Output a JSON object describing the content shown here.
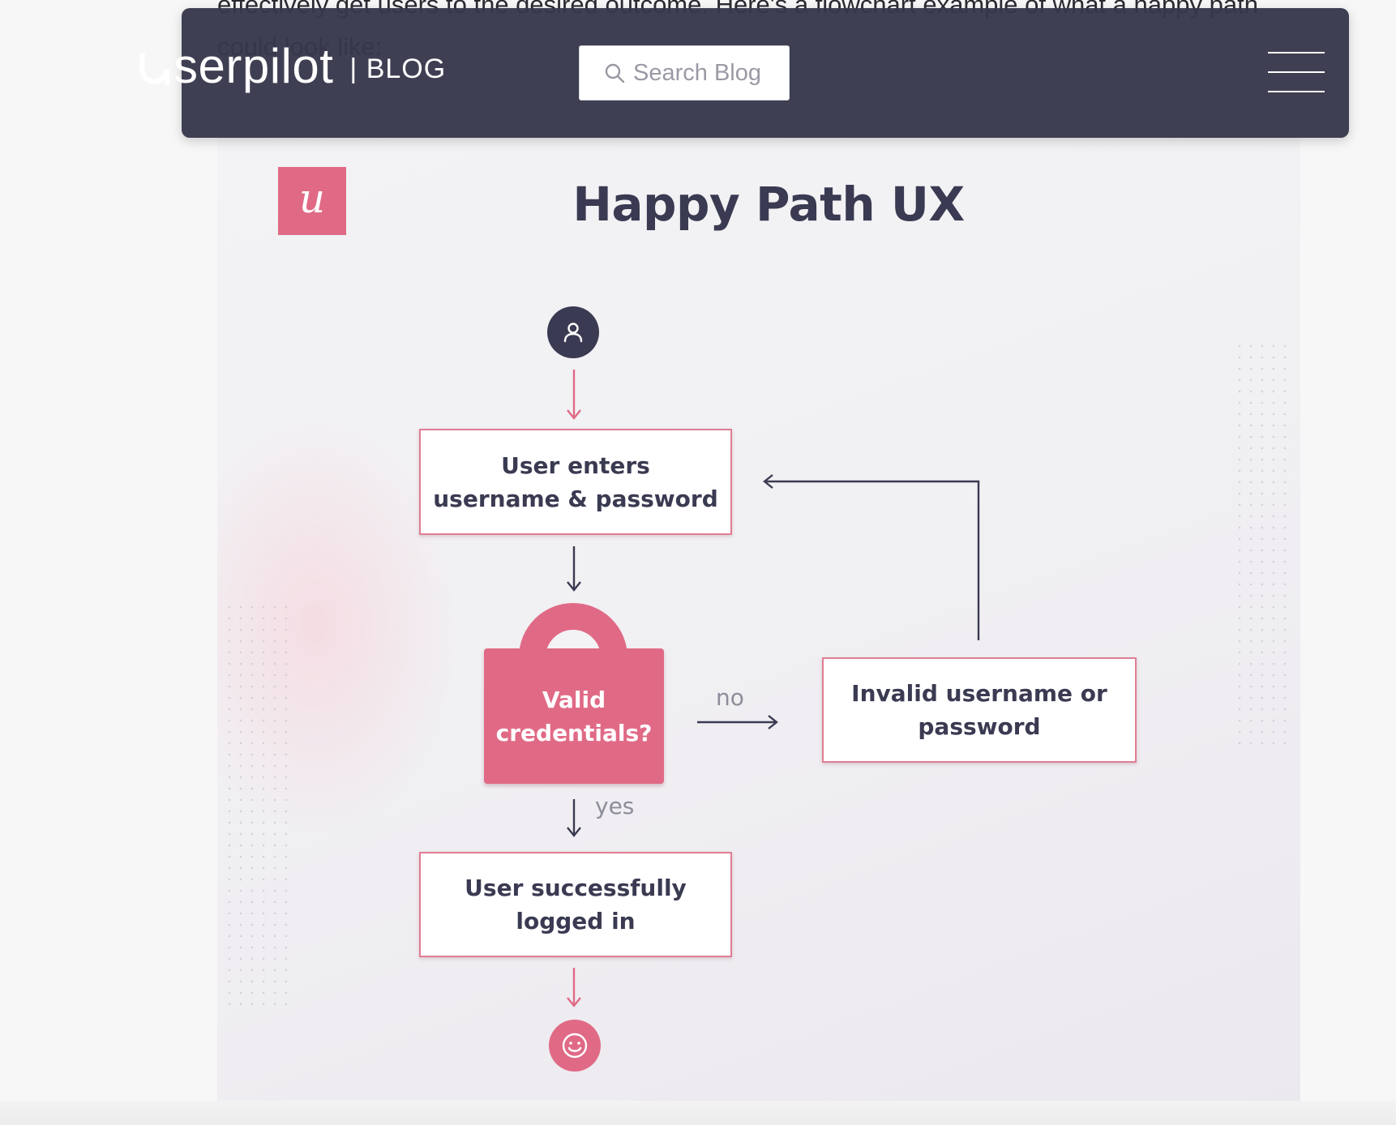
{
  "article": {
    "text": "effectively get users to the desired outcome. Here's a flowchart example of what a happy path could look like:"
  },
  "header": {
    "logo_word": "serpilot",
    "logo_suffix": "| BLOG",
    "search_placeholder": "Search Blog"
  },
  "infographic": {
    "brand_letter": "u",
    "title": "Happy Path UX",
    "steps": {
      "enter_credentials": "User enters\nusername & password",
      "decision": "Valid\ncredentials?",
      "invalid": "Invalid username or\npassword",
      "success": "User successfully\nlogged in"
    },
    "labels": {
      "no": "no",
      "yes": "yes"
    },
    "icons": {
      "start": "user-icon",
      "end": "smiley-icon"
    }
  },
  "colors": {
    "header_bg": "#37374c",
    "brand_pink": "#e06a86",
    "navy": "#3a3a52",
    "arrow_pink": "#e06a86"
  }
}
